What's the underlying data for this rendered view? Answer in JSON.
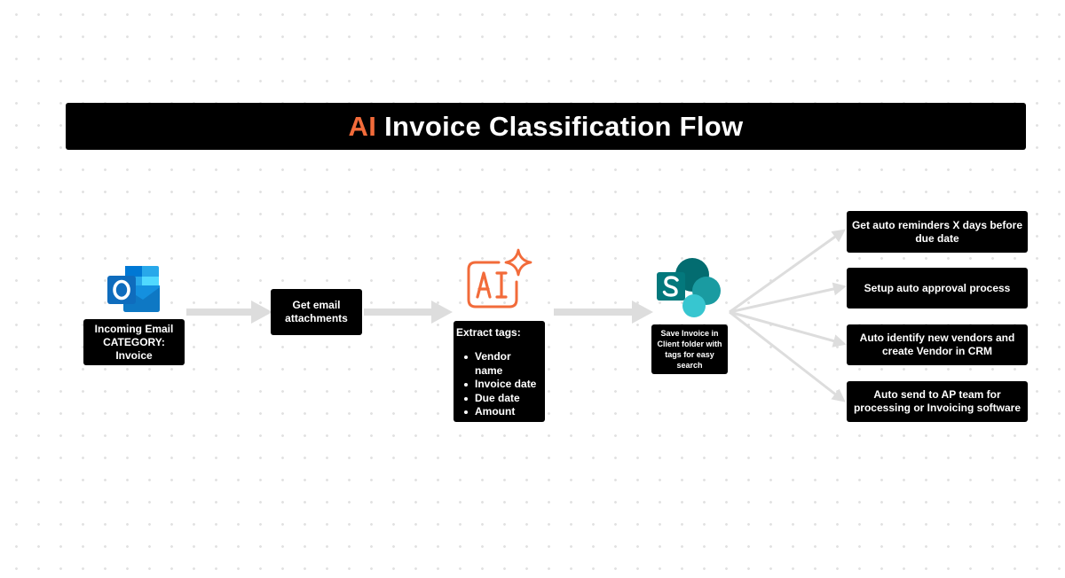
{
  "title": {
    "accent": "AI",
    "text": "Invoice Classification Flow"
  },
  "steps": {
    "email": {
      "line1": "Incoming Email",
      "line2": "CATEGORY: Invoice"
    },
    "attachments": {
      "line1": "Get email",
      "line2": "attachments"
    },
    "extract": {
      "heading": "Extract tags:",
      "items": [
        "Vendor name",
        "Invoice date",
        "Due date",
        "Amount"
      ]
    },
    "save": {
      "lines": [
        "Save Invoice in",
        "Client folder with",
        "tags for easy",
        "search"
      ]
    }
  },
  "outcomes": [
    {
      "line1": "Get auto reminders X days before",
      "line2": "due date"
    },
    {
      "line1": "Setup auto approval process",
      "line2": ""
    },
    {
      "line1": "Auto identify new vendors and",
      "line2": "create Vendor in CRM"
    },
    {
      "line1": "Auto send to AP team for",
      "line2": "processing or Invoicing software"
    }
  ],
  "icons": {
    "outlook": "outlook-icon",
    "ai": "ai-sparkle-icon",
    "sharepoint": "sharepoint-icon"
  },
  "colors": {
    "accent": "#f26b3a",
    "outlook_blue": "#0f6cbd",
    "sharepoint_teal": "#038387",
    "arrow_gray": "#dddddd"
  }
}
